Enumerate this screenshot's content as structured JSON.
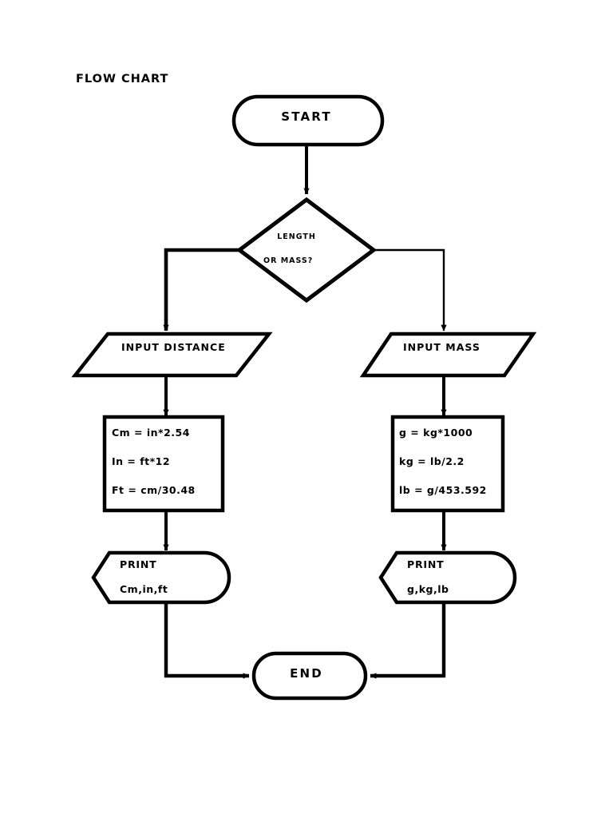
{
  "document": {
    "title": "FLOW CHART",
    "background_color": "#ffffff",
    "stroke_color": "#000000"
  },
  "chart_data": {
    "type": "diagram",
    "diagram_type": "flowchart",
    "title": "FLOW CHART",
    "orientation": "top-to-bottom",
    "nodes": [
      {
        "id": "start",
        "shape": "terminator",
        "label": "START"
      },
      {
        "id": "decision",
        "shape": "decision",
        "label_line_1": "LENGTH",
        "label_line_2": "OR MASS?"
      },
      {
        "id": "input_distance",
        "shape": "input-output",
        "label": "INPUT DISTANCE"
      },
      {
        "id": "input_mass",
        "shape": "input-output",
        "label": "INPUT MASS"
      },
      {
        "id": "process_length",
        "shape": "process",
        "lines": [
          "Cm = in*2.54",
          "In = ft*12",
          "Ft = cm/30.48"
        ]
      },
      {
        "id": "process_mass",
        "shape": "process",
        "lines": [
          "g = kg*1000",
          "kg = lb/2.2",
          "lb = g/453.592"
        ]
      },
      {
        "id": "print_length",
        "shape": "display",
        "label_line_1": "PRINT",
        "label_line_2": "Cm,in,ft"
      },
      {
        "id": "print_mass",
        "shape": "display",
        "label_line_1": "PRINT",
        "label_line_2": "g,kg,lb"
      },
      {
        "id": "end",
        "shape": "terminator",
        "label": "END"
      }
    ],
    "edges": [
      {
        "from": "start",
        "to": "decision",
        "label": ""
      },
      {
        "from": "decision",
        "to": "input_distance",
        "label": ""
      },
      {
        "from": "decision",
        "to": "input_mass",
        "label": ""
      },
      {
        "from": "input_distance",
        "to": "process_length",
        "label": ""
      },
      {
        "from": "input_mass",
        "to": "process_mass",
        "label": ""
      },
      {
        "from": "process_length",
        "to": "print_length",
        "label": ""
      },
      {
        "from": "process_mass",
        "to": "print_mass",
        "label": ""
      },
      {
        "from": "print_length",
        "to": "end",
        "label": ""
      },
      {
        "from": "print_mass",
        "to": "end",
        "label": ""
      }
    ]
  },
  "nodes": {
    "start": {
      "label": "START"
    },
    "decision": {
      "line1": "LENGTH",
      "line2": "OR MASS?"
    },
    "input_distance": {
      "label": "INPUT DISTANCE"
    },
    "input_mass": {
      "label": "INPUT MASS"
    },
    "process_length": {
      "line1": "Cm = in*2.54",
      "line2": "In = ft*12",
      "line3": "Ft = cm/30.48"
    },
    "process_mass": {
      "line1": "g = kg*1000",
      "line2": "kg = lb/2.2",
      "line3": "lb = g/453.592"
    },
    "print_length": {
      "line1": "PRINT",
      "line2": "Cm,in,ft"
    },
    "print_mass": {
      "line1": "PRINT",
      "line2": "g,kg,lb"
    },
    "end": {
      "label": "END"
    }
  }
}
